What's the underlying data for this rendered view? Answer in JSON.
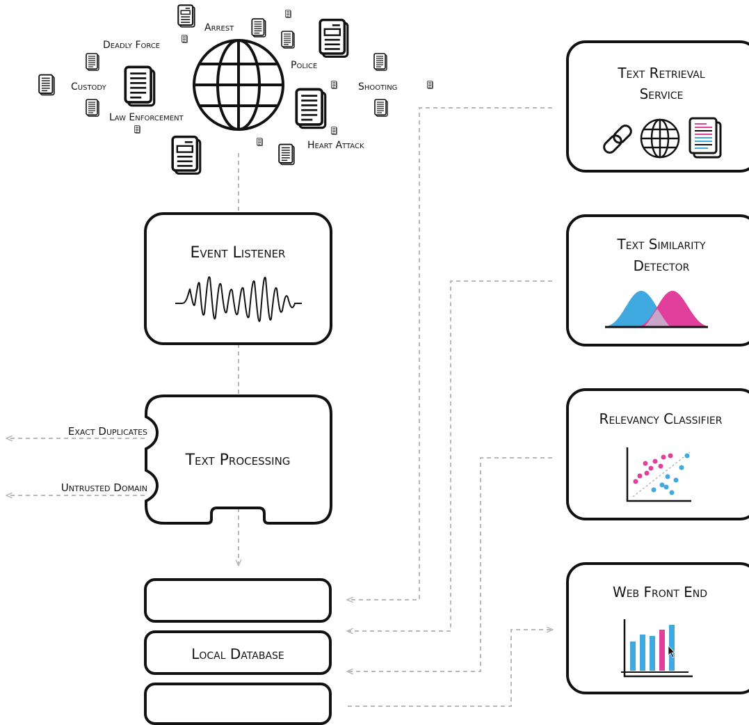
{
  "keywords": {
    "arrest": "Arrest",
    "deadly_force": "Deadly Force",
    "custody": "Custody",
    "law_enforcement": "Law Enforcement",
    "police": "Police",
    "shooting": "Shooting",
    "heart_attack": "Heart Attack"
  },
  "pipeline": {
    "event_listener": "Event Listener",
    "text_processing": "Text Processing",
    "exact_duplicates": "Exact Duplicates",
    "untrusted_domain": "Untrusted Domain",
    "local_database": "Local Database"
  },
  "services": {
    "retrieval_line1": "Text Retrieval",
    "retrieval_line2": "Service",
    "similarity_line1": "Text Similarity",
    "similarity_line2": "Detector",
    "classifier": "Relevancy Classifier",
    "frontend": "Web Front End"
  },
  "colors": {
    "blue": "#3fa9e0",
    "pink": "#e0409c",
    "overlap": "#c9a6c9",
    "arrow": "#b8b8b8",
    "stroke": "#111111"
  }
}
